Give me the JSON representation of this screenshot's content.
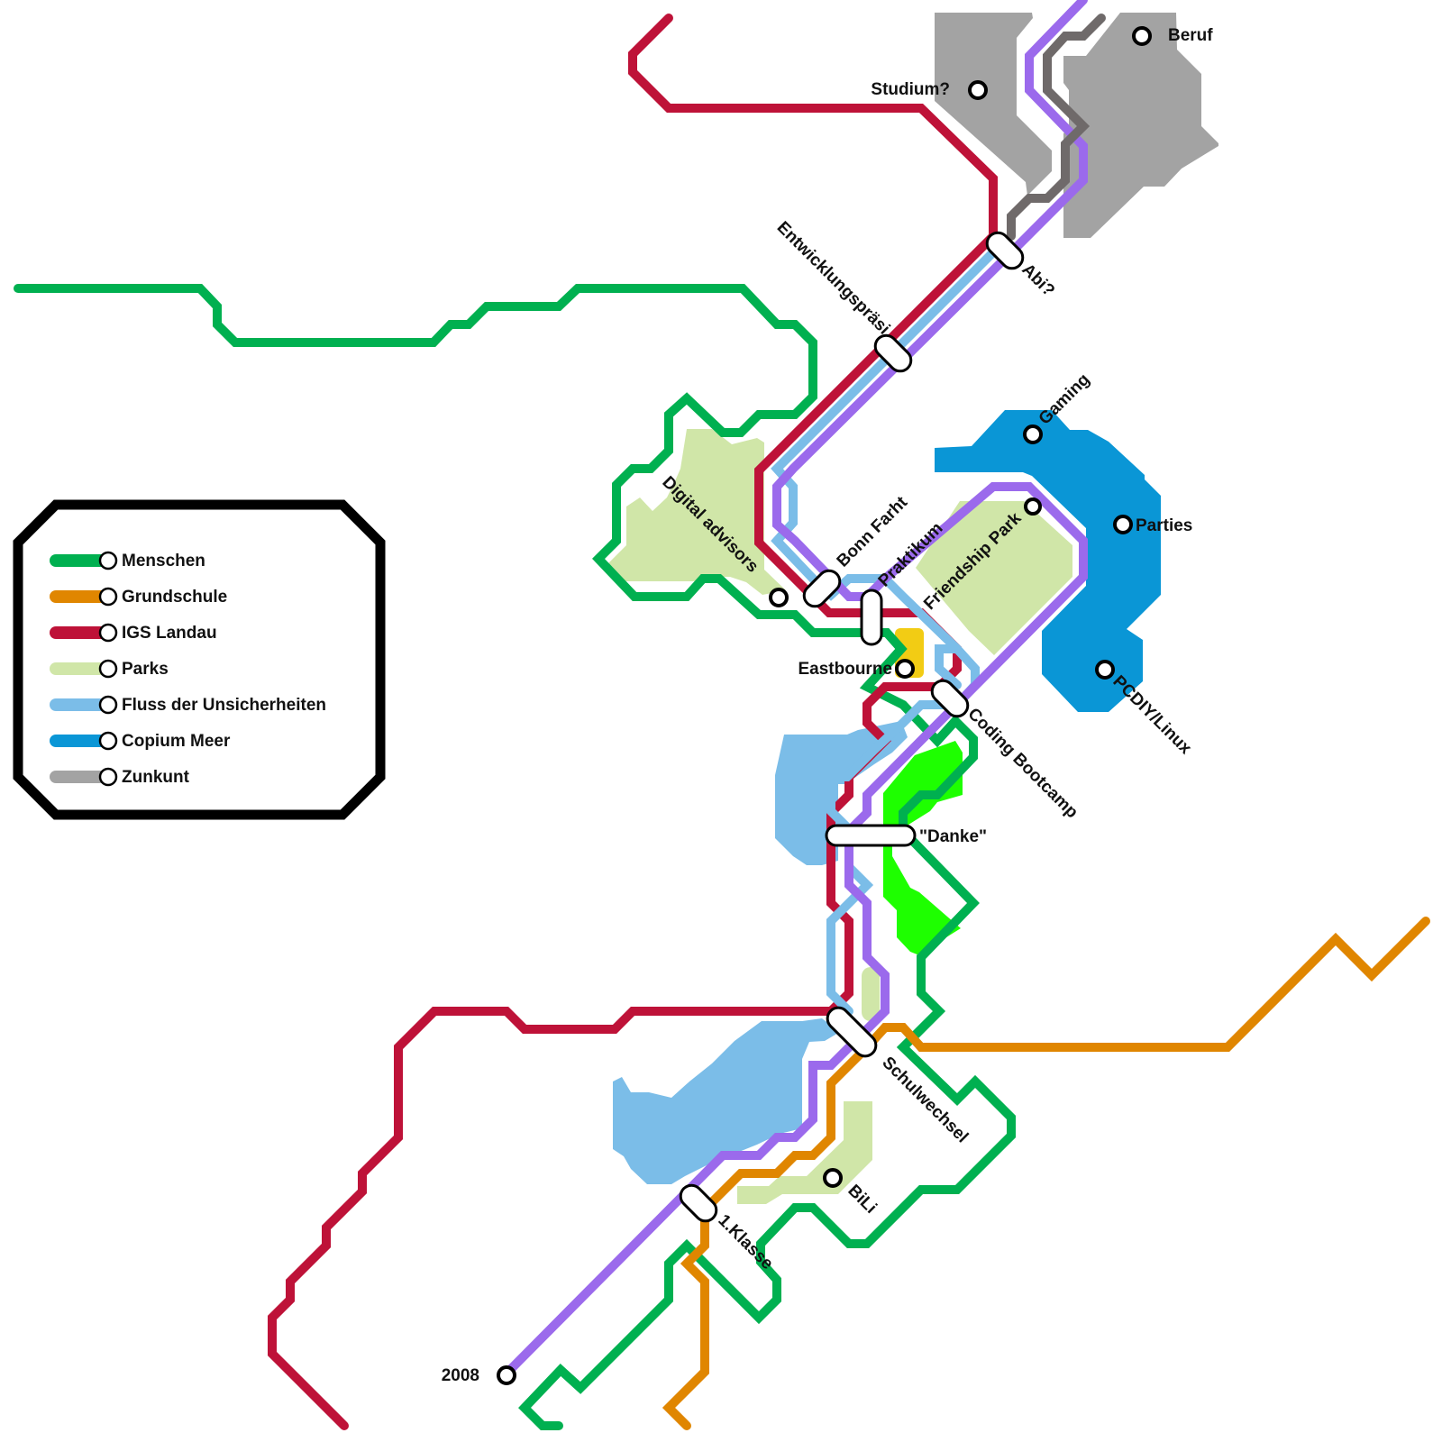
{
  "title": "Lebenslinien-Netzplan",
  "colors": {
    "menschen": "#00b050",
    "grundschule": "#e08600",
    "igs_landau": "#be1238",
    "parks": "#d0e6a8",
    "fluss": "#7bbde8",
    "copium": "#0a96d6",
    "zunkunft": "#a3a3a3",
    "zunkunft_line": "#6f6a6a",
    "lebensweg": "#9b6aec",
    "bright_green": "#1eff00",
    "yellow": "#f2cc14"
  },
  "legend": {
    "items": [
      {
        "label": "Menschen",
        "color": "#00b050"
      },
      {
        "label": "Grundschule",
        "color": "#e08600"
      },
      {
        "label": "IGS Landau",
        "color": "#be1238"
      },
      {
        "label": "Parks",
        "color": "#d0e6a8"
      },
      {
        "label": "Fluss der Unsicherheiten",
        "color": "#7bbde8"
      },
      {
        "label": "Copium Meer",
        "color": "#0a96d6"
      },
      {
        "label": "Zunkunt",
        "color": "#a3a3a3"
      }
    ]
  },
  "stations": {
    "beruf": "Beruf",
    "studium": "Studium?",
    "abi": "Abi?",
    "entwicklungspraesi": "Entwicklungspräsi",
    "gaming": "Gaming",
    "parties": "Parties",
    "friendship_park": "Friendship Park",
    "pcdiy": "PCDIY/Linux",
    "digital_advisors": "Digital advisors",
    "bonn_farht": "Bonn Farht",
    "praktikum": "Praktikum",
    "eastbourne": "Eastbourne",
    "coding_bootcamp": "Coding Bootcamp",
    "danke": "\"Danke\"",
    "schulwechsel": "Schulwechsel",
    "bili": "BiLi",
    "erste_klasse": "1.Klasse",
    "jahr_2008": "2008"
  }
}
